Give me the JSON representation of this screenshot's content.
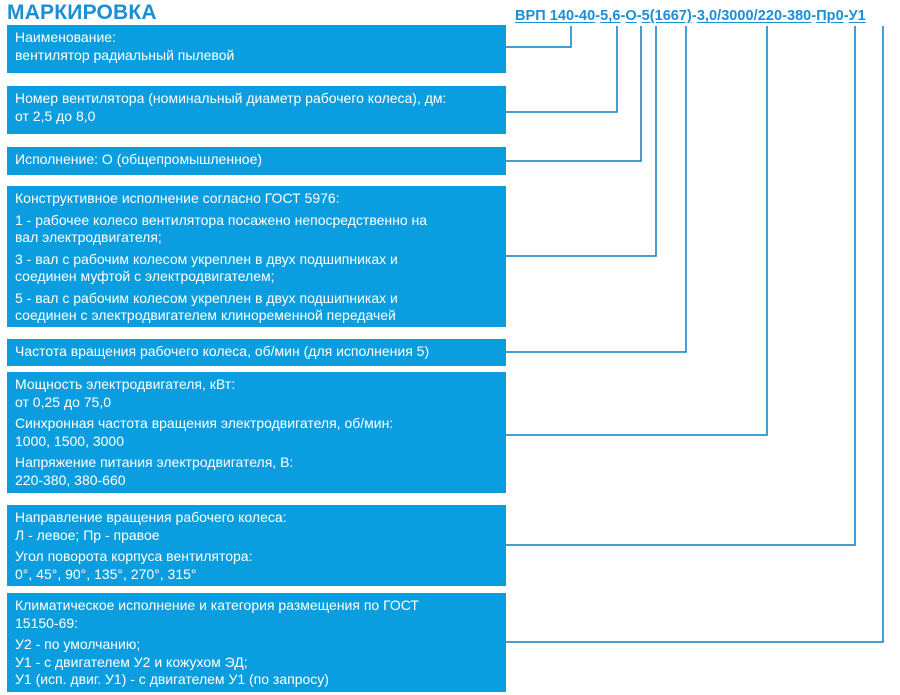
{
  "title": "МАРКИРОВКА",
  "code": {
    "segments": [
      {
        "text": "ВРП 140-40",
        "sep": "-"
      },
      {
        "text": "5,6",
        "sep": "-"
      },
      {
        "text": "О",
        "sep": "-"
      },
      {
        "text": "5",
        "sep": ""
      },
      {
        "text": "(1667)",
        "sep": "-"
      },
      {
        "text": "3,0/3000/220-380",
        "sep": "-"
      },
      {
        "text": "Пр0",
        "sep": "-"
      },
      {
        "text": "У1",
        "sep": ""
      }
    ]
  },
  "boxes": [
    {
      "groups": [
        [
          "Наименование:",
          "вентилятор радиальный пылевой"
        ]
      ]
    },
    {
      "groups": [
        [
          "Номер вентилятора (номинальный диаметр рабочего колеса), дм:",
          "от 2,5 до 8,0"
        ]
      ]
    },
    {
      "groups": [
        [
          "Исполнение: О (общепромышленное)"
        ]
      ]
    },
    {
      "groups": [
        [
          "Конструктивное исполнение согласно ГОСТ 5976:"
        ],
        [
          "1 - рабочее колесо вентилятора посажено непосредственно на",
          "вал электродвигателя;"
        ],
        [
          "3 - вал с рабочим колесом укреплен в двух подшипниках и",
          "соединен муфтой с электродвигателем;"
        ],
        [
          "5 - вал с рабочим колесом укреплен в двух подшипниках и",
          "соединен с электродвигателем клиноременной передачей"
        ]
      ]
    },
    {
      "groups": [
        [
          "Частота вращения рабочего колеса, об/мин (для исполнения 5)"
        ]
      ]
    },
    {
      "groups": [
        [
          "Мощность электродвигателя, кВт:",
          "от 0,25 до 75,0"
        ],
        [
          "Синхронная частота вращения электродвигателя, об/мин:",
          "1000, 1500, 3000"
        ],
        [
          "Напряжение питания электродвигателя, В:",
          "220-380, 380-660"
        ]
      ]
    },
    {
      "groups": [
        [
          "Направление вращения рабочего колеса:",
          "Л - левое; Пр - правое"
        ],
        [
          "Угол поворота корпуса вентилятора:",
          "0°, 45°, 90°, 135°, 270°, 315°"
        ]
      ]
    },
    {
      "groups": [
        [
          "Климатическое исполнение и категория размещения по ГОСТ",
          "15150-69:"
        ],
        [
          "У2 - по умолчанию;",
          "У1 - с двигателем У2 и кожухом ЭД;",
          "У1 (исп. двиг. У1) - с двигателем У1 (по запросу)"
        ]
      ]
    }
  ],
  "colors": {
    "accent": "#1a8fd6",
    "box": "#0a9ee0",
    "line": "#0a7fc0"
  }
}
